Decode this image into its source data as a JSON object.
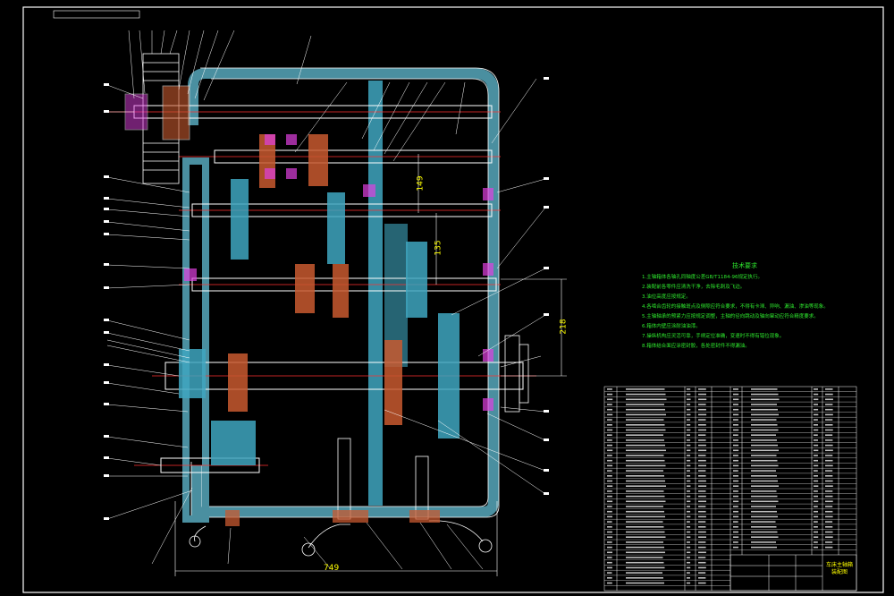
{
  "drawing": {
    "background": "#000000",
    "colors": {
      "frame": "#ffffff",
      "housing": "#4a8fa0",
      "outline": "#ffffff",
      "centerline": "#ff3030",
      "dimension": "#ffff00",
      "leader": "#ffffff",
      "notes": "#2ee82e",
      "hatch": "#3fa6c0",
      "gear": "#c85a30",
      "parts": "#e040e0",
      "table_line": "#ffffff"
    },
    "dimensions": {
      "d1": "149",
      "d2": "135",
      "d3": "218",
      "d4": "749"
    },
    "technical_requirements": {
      "title": "技术要求",
      "lines": [
        "1.主轴箱体各轴孔同轴度公差GB/T1184-96规定执行。",
        "2.装配前各零件应清洗干净，去除毛刺及飞边。",
        "3.油位高度应按规定。",
        "4.各啮合齿轮的接触斑点及侧隙应符合要求，不得有卡滞、异响、漏油、渗油等现象。",
        "5.主轴轴承的预紧力应按规定调整，主轴的径向跳动及轴向窜动应符合精度要求。",
        "6.箱体内壁应涂耐油油漆。",
        "7.操纵机构应灵活可靠，手柄定位准确，变速时不得有错位现象。",
        "8.箱体结合面应涂密封胶，各处密封件不得漏油。"
      ]
    },
    "title_block": {
      "title": "车床主轴箱装配图"
    }
  }
}
